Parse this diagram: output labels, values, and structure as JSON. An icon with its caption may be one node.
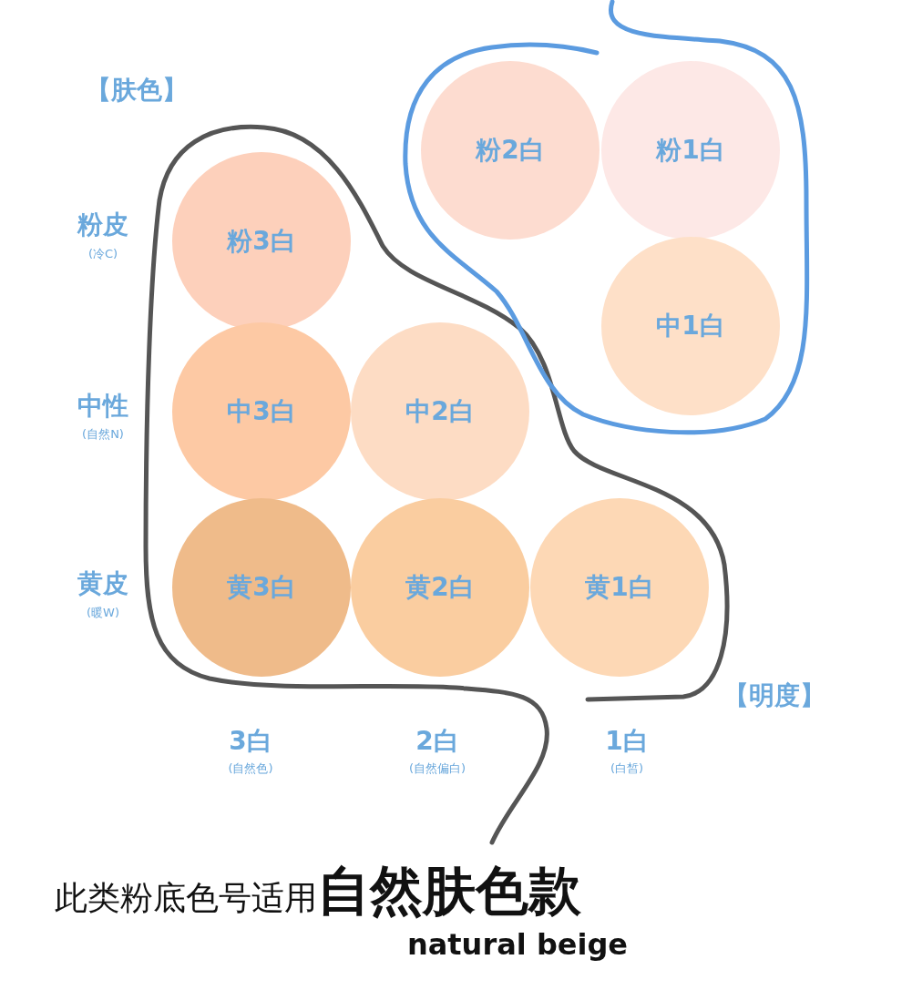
{
  "diagram": {
    "caption": "此类粉底色号适用**自然肤色款**",
    "nodes": [
      {
        "text": [
          "粉2白"
        ]
      },
      {
        "text": [
          "粉1白"
        ]
      },
      {
        "text": [
          "粉3白"
        ]
      },
      {
        "text": [
          "中1白"
        ]
      },
      {
        "text": [
          "中3白"
        ]
      },
      {
        "text": [
          "中2白"
        ]
      },
      {
        "text": [
          "黄3白"
        ]
      },
      {
        "text": [
          "黄2白"
        ]
      },
      {
        "text": [
          "黄1白"
        ]
      }
    ],
    "edges": [],
    "labels": [
      "【肤色】",
      "粉皮",
      "(冷C)",
      "中性",
      "(自然N)",
      "黄皮",
      "(暖W)",
      "【明度】",
      "3白",
      "(自然色)",
      "2白",
      "(自然偏白)",
      "1白",
      "(白皙)",
      "natural beige"
    ]
  }
}
